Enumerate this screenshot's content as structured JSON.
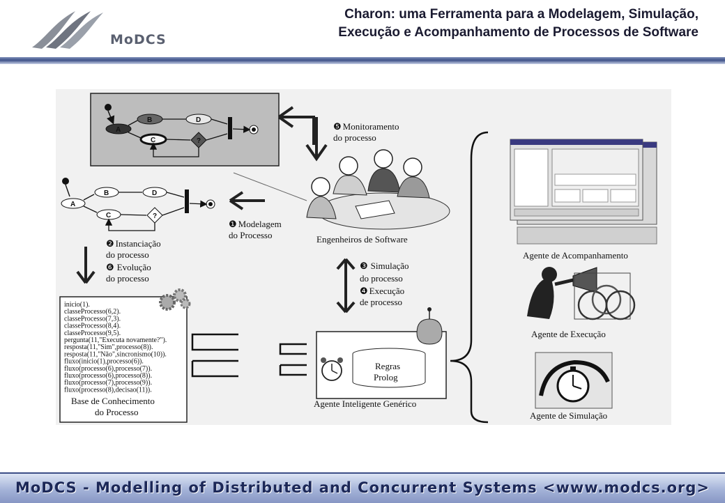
{
  "header": {
    "logo_text": "MoDCS",
    "title_line1": "Charon: uma Ferramenta para a Modelagem, Simulação,",
    "title_line2": "Execução e Acompanhamento de Processos de Software"
  },
  "diagram": {
    "process_nodes": {
      "a": "A",
      "b": "B",
      "c": "C",
      "d": "D",
      "decision": "?"
    },
    "step5_num": "❺",
    "step5_line1": "Monitoramento",
    "step5_line2": "do processo",
    "step1_num": "❶",
    "step1_line1": "Modelagem",
    "step1_line2": "do Processo",
    "step2_num": "❷",
    "step2_line1": "Instanciação",
    "step2_line2": "do processo",
    "step6_num": "❻",
    "step6_line1": "Evolução",
    "step6_line2": "do processo",
    "step3_num": "❸",
    "step3_line1": "Simulação",
    "step3_line2": "do processo",
    "step4_num": "❹",
    "step4_line1": "Execução",
    "step4_line2": "de processo",
    "engineers_label": "Engenheiros de Software",
    "kb_code": [
      "inicio(1).",
      "classeProcesso(6,2).",
      "classeProcesso(7,3).",
      "classeProcesso(8,4).",
      "classeProcesso(9,5).",
      "pergunta(11,\"Executa novamente?\").",
      "resposta(11,\"Sim\",processo(8)).",
      "resposta(11,\"Não\",sincronismo(10)).",
      "fluxo(inicio(1),processo(6)).",
      "fluxo(processo(6),processo(7)).",
      "fluxo(processo(6),processo(8)).",
      "fluxo(processo(7),processo(9)).",
      "fluxo(processo(8),decisao(11))."
    ],
    "kb_label_line1": "Base de Conhecimento",
    "kb_label_line2": "do Processo",
    "rules_line1": "Regras",
    "rules_line2": "Prolog",
    "agent_generic_label": "Agente Inteligente Genérico",
    "agent_tracking_label": "Agente de Acompanhamento",
    "agent_execution_label": "Agente de Execução",
    "agent_simulation_label": "Agente de Simulação"
  },
  "footer": {
    "text": "MoDCS - Modelling of Distributed and Concurrent Systems <www.modcs.org>"
  }
}
